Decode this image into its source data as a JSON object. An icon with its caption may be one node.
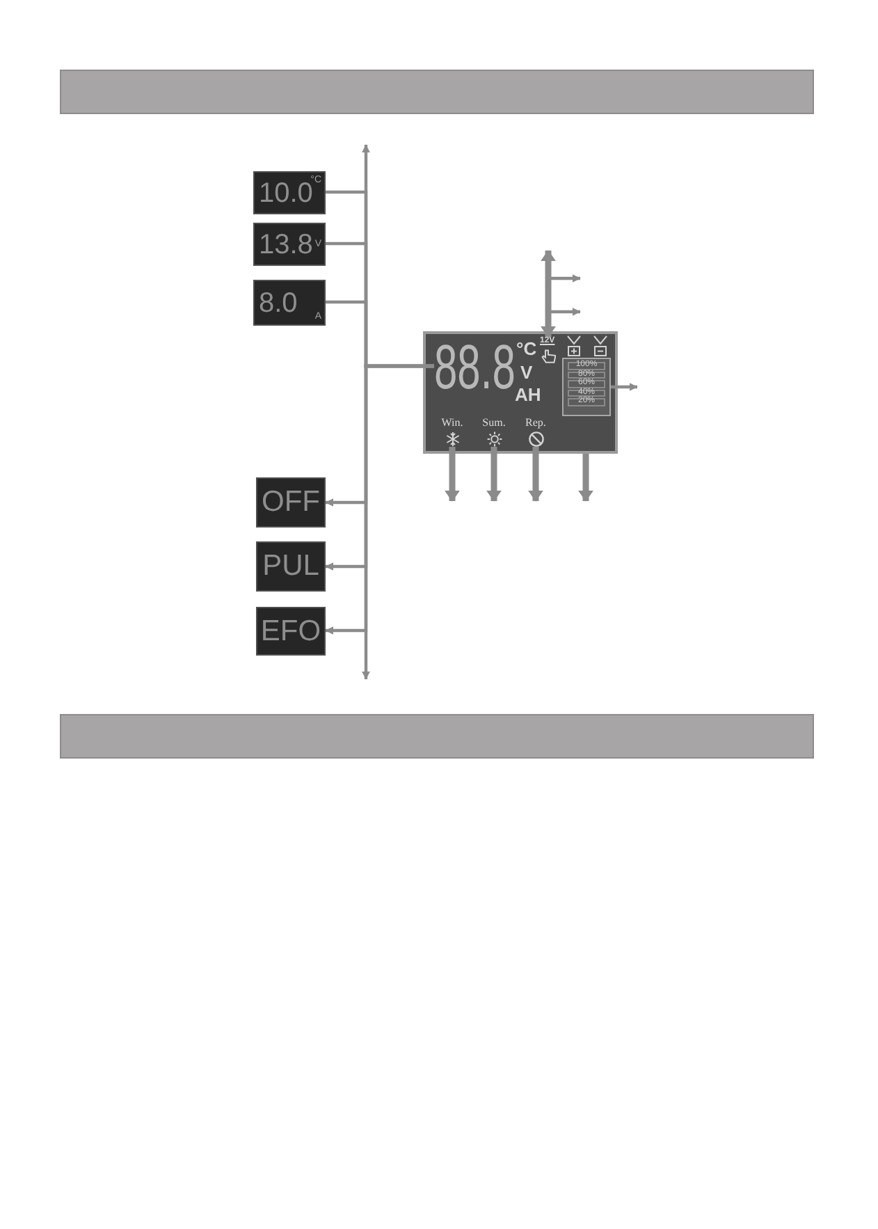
{
  "diagram": {
    "nodes": [
      {
        "text": [
          "10.0",
          "°C"
        ]
      },
      {
        "text": [
          "13.8",
          "V"
        ]
      },
      {
        "text": [
          "8.0",
          "A"
        ]
      },
      {
        "text": [
          "OFF"
        ]
      },
      {
        "text": [
          "PUL"
        ]
      },
      {
        "text": [
          "EFO"
        ]
      },
      {
        "text": [],
        "shape": "box"
      },
      {
        "text": [
          "88.8"
        ],
        "in": 6
      },
      {
        "text": [
          "°C"
        ],
        "in": 6
      },
      {
        "text": [
          "12V"
        ],
        "in": 6
      },
      {
        "text": [
          "V"
        ],
        "in": 6
      },
      {
        "text": [
          "AH"
        ],
        "in": 6
      },
      {
        "text": [
          "100%",
          "80%",
          "60%",
          "40%",
          "20%"
        ],
        "in": 6
      },
      {
        "text": [
          "Win."
        ],
        "in": 6
      },
      {
        "text": [
          "Sum."
        ],
        "in": 6
      },
      {
        "text": [
          "Rep."
        ],
        "in": 6
      }
    ],
    "edges": [
      {
        "from": 7,
        "to": 0,
        "arrow": "none"
      },
      {
        "from": 7,
        "to": 1,
        "arrow": "none"
      },
      {
        "from": 7,
        "to": 2,
        "arrow": "none"
      },
      {
        "from": 7,
        "to": 3,
        "arrow": "to"
      },
      {
        "from": 7,
        "to": 4,
        "arrow": "to"
      },
      {
        "from": 7,
        "to": 5,
        "arrow": "to"
      },
      {
        "from": 7,
        "to": null,
        "arrow": "to"
      },
      {
        "from": 7,
        "to": null,
        "arrow": "to"
      },
      {
        "from": 9,
        "to": null,
        "arrow": "both",
        "style": "thick"
      },
      {
        "from": 9,
        "to": null,
        "arrow": "both"
      },
      {
        "from": 9,
        "to": null,
        "arrow": "both"
      },
      {
        "from": 12,
        "to": null,
        "arrow": "to"
      },
      {
        "from": 13,
        "to": null,
        "arrow": "to",
        "style": "thick"
      },
      {
        "from": 14,
        "to": null,
        "arrow": "to",
        "style": "thick"
      },
      {
        "from": 15,
        "to": null,
        "arrow": "to",
        "style": "thick"
      },
      {
        "from": 6,
        "to": null,
        "arrow": "to",
        "style": "thick"
      }
    ]
  }
}
